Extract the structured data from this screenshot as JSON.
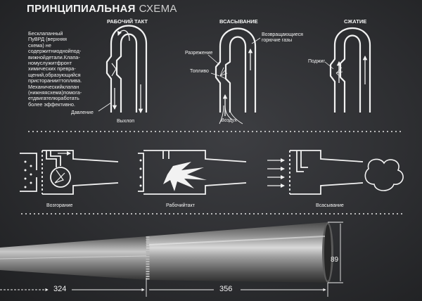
{
  "title": {
    "main": "ПРИНЦИПИАЛЬНАЯ",
    "sub": "СХЕМА"
  },
  "description": "Бесклапанный ПуВРД (верхняя схема) не содержитниоднойпод-вижнойдетали.Клапа-номуслужитфронт химических превра-щений,образующийся присторанииттоплива. Механическийклапан (нижняясхема)помога-етдвигателюработать более эффективно.",
  "top_row": {
    "working_stroke": {
      "heading": "РАБОЧИЙ ТАКТ",
      "pressure": "Давление",
      "exhaust": "Выхлоп"
    },
    "intake": {
      "heading": "ВСАСЫВАНИЕ",
      "returning_gases": "Возвращающиеся горючие газы",
      "vacuum": "Разрежение",
      "fuel": "Топливо",
      "air": "Воздух"
    },
    "compression": {
      "heading": "СЖАТИЕ",
      "ignition": "Поджиг"
    }
  },
  "bottom_row": {
    "ignition_label": "Возгорание",
    "working_stroke_label": "Рабочийтакт",
    "intake_label": "Всасывание"
  },
  "dimensions": {
    "left_length": "324",
    "right_length": "356",
    "diameter": "89"
  },
  "colors": {
    "background": "#2e2f32",
    "line": "#f2f2f2",
    "text": "#f4f4f4",
    "metal": "#9a9a9a"
  }
}
